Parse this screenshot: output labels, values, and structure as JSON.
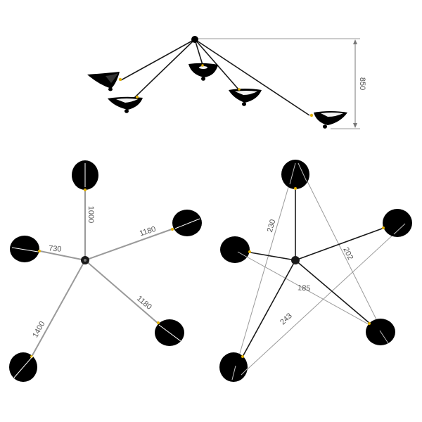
{
  "colors": {
    "background": "#ffffff",
    "shade": "#000000",
    "arm": "#1a1a1a",
    "joint": "#e0b000",
    "dimension_line": "#9a9a9a",
    "label": "#555555",
    "shade_inner": "#f2f2f2"
  },
  "side_view": {
    "height_label": "850"
  },
  "top_view_radial": {
    "labels": {
      "top_arm": "1000",
      "upper_right_arm": "1180",
      "left_arm": "730",
      "lower_right_arm": "1180",
      "lower_left_arm": "1400"
    }
  },
  "top_view_diagonals": {
    "labels": {
      "top_to_lower_left": "230",
      "top_to_lower_right": "202",
      "left_to_lower_right": "185",
      "lower_left_to_upper_right": "243"
    }
  }
}
